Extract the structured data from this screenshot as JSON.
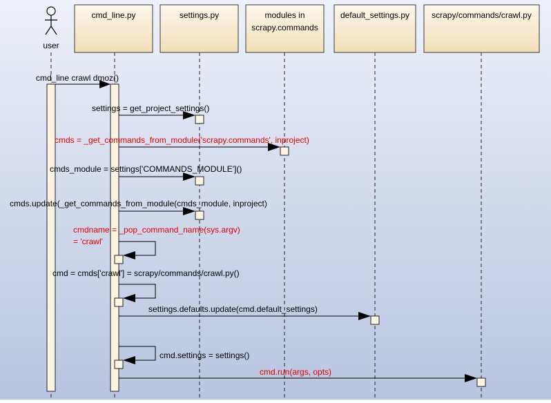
{
  "diagram": {
    "actor": {
      "label": "user"
    },
    "lifelines": [
      {
        "id": "cmd_line",
        "label_lines": [
          "cmd_line.py"
        ]
      },
      {
        "id": "settings",
        "label_lines": [
          "settings.py"
        ]
      },
      {
        "id": "modules",
        "label_lines": [
          "modules in",
          "scrapy.commands"
        ]
      },
      {
        "id": "default_settings",
        "label_lines": [
          "default_settings.py"
        ]
      },
      {
        "id": "crawl",
        "label_lines": [
          "scrapy/commands/crawl.py"
        ]
      }
    ],
    "messages": [
      {
        "id": "m1",
        "lines": [
          "cmd_line crawl dmoz()"
        ],
        "color": "#000000"
      },
      {
        "id": "m2",
        "lines": [
          "settings = get_project_settings()"
        ],
        "color": "#000000"
      },
      {
        "id": "m3",
        "lines": [
          "cmds = _get_commands_from_module('scrapy.commands', inproject)"
        ],
        "color": "#e00000"
      },
      {
        "id": "m4",
        "lines": [
          "cmds_module = settings['COMMANDS_MODULE']()"
        ],
        "color": "#000000"
      },
      {
        "id": "m5",
        "lines": [
          "cmds.update(_get_commands_from_module(cmds_module, inproject)"
        ],
        "color": "#000000"
      },
      {
        "id": "m6",
        "lines": [
          "cmdname = _pop_command_name(sys.argv)",
          "= 'crawl'"
        ],
        "color": "#e00000"
      },
      {
        "id": "m7",
        "lines": [
          "cmd = cmds['crawl'] = scrapy/commands/crawl.py()"
        ],
        "color": "#000000"
      },
      {
        "id": "m8",
        "lines": [
          "settings.defaults.update(cmd.default_settings)"
        ],
        "color": "#000000"
      },
      {
        "id": "m9",
        "lines": [
          "cmd.settings = settings()"
        ],
        "color": "#000000"
      },
      {
        "id": "m10",
        "lines": [
          "cmd.run(args, opts)"
        ],
        "color": "#e00000"
      }
    ],
    "colors": {
      "box_fill_top": "#fdf8ec",
      "box_fill_bottom": "#f0deb8",
      "box_stroke": "#3a3a3a",
      "activation_fill": "#fdf4e4"
    }
  }
}
